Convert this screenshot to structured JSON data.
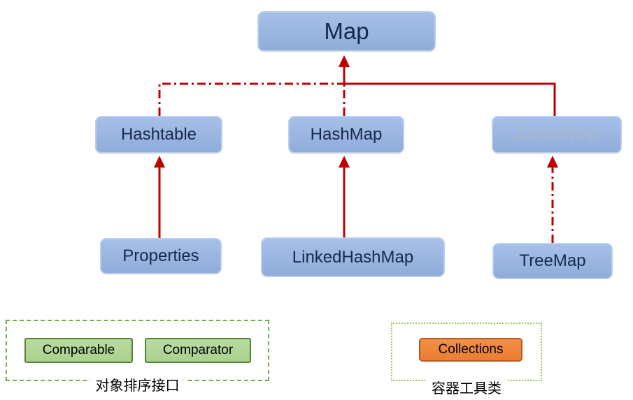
{
  "nodes": {
    "map": "Map",
    "hashtable": "Hashtable",
    "hashmap": "HashMap",
    "sortedmap": "SortedMap",
    "properties": "Properties",
    "linkedhashmap": "LinkedHashMap",
    "treemap": "TreeMap"
  },
  "edges": [
    {
      "from": "Hashtable",
      "to": "Map",
      "style": "dash-dot"
    },
    {
      "from": "HashMap",
      "to": "Map",
      "style": "dash-dot"
    },
    {
      "from": "SortedMap",
      "to": "Map",
      "style": "solid"
    },
    {
      "from": "Properties",
      "to": "Hashtable",
      "style": "solid"
    },
    {
      "from": "LinkedHashMap",
      "to": "HashMap",
      "style": "solid"
    },
    {
      "from": "TreeMap",
      "to": "SortedMap",
      "style": "dash-dot"
    }
  ],
  "groups": {
    "sorting": {
      "items": [
        "Comparable",
        "Comparator"
      ],
      "caption": "对象排序接口"
    },
    "utility": {
      "items": [
        "Collections"
      ],
      "caption": "容器工具类"
    }
  },
  "colors": {
    "node_fill": "#8FACD9",
    "node_fill_light": "#A6C0E8",
    "node_border": "#BCCEEC",
    "node_text": "#16294C",
    "sortedmap_text": "#A9B8CC",
    "arrow": "#C00000",
    "green_fill": "#A9D18E",
    "green_fill_light": "#B9DCA1",
    "green_border": "#548235",
    "orange_fill": "#ED7D31",
    "orange_fill_light": "#F29049",
    "orange_border": "#B55B1F",
    "group_border_dashed": "#70AD47",
    "group_border_dotted": "#9CC65B",
    "caption_text": "#000000"
  }
}
